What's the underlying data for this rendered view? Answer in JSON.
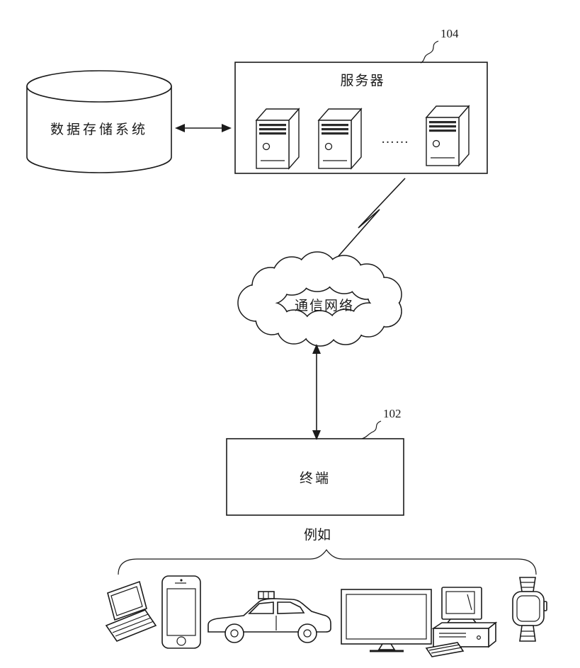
{
  "diagram": {
    "database": {
      "label": "数据存储系统"
    },
    "server": {
      "label": "服务器",
      "ref": "104",
      "ellipsis": "……"
    },
    "network": {
      "label": "通信网络"
    },
    "terminal": {
      "label": "终端",
      "ref": "102"
    },
    "example": {
      "label": "例如"
    },
    "device_icons": [
      "laptop",
      "smartphone",
      "taxi-car",
      "tv-monitor",
      "desktop-computer",
      "smartwatch"
    ],
    "colors": {
      "line": "#1b1b1b",
      "background": "#ffffff"
    }
  }
}
